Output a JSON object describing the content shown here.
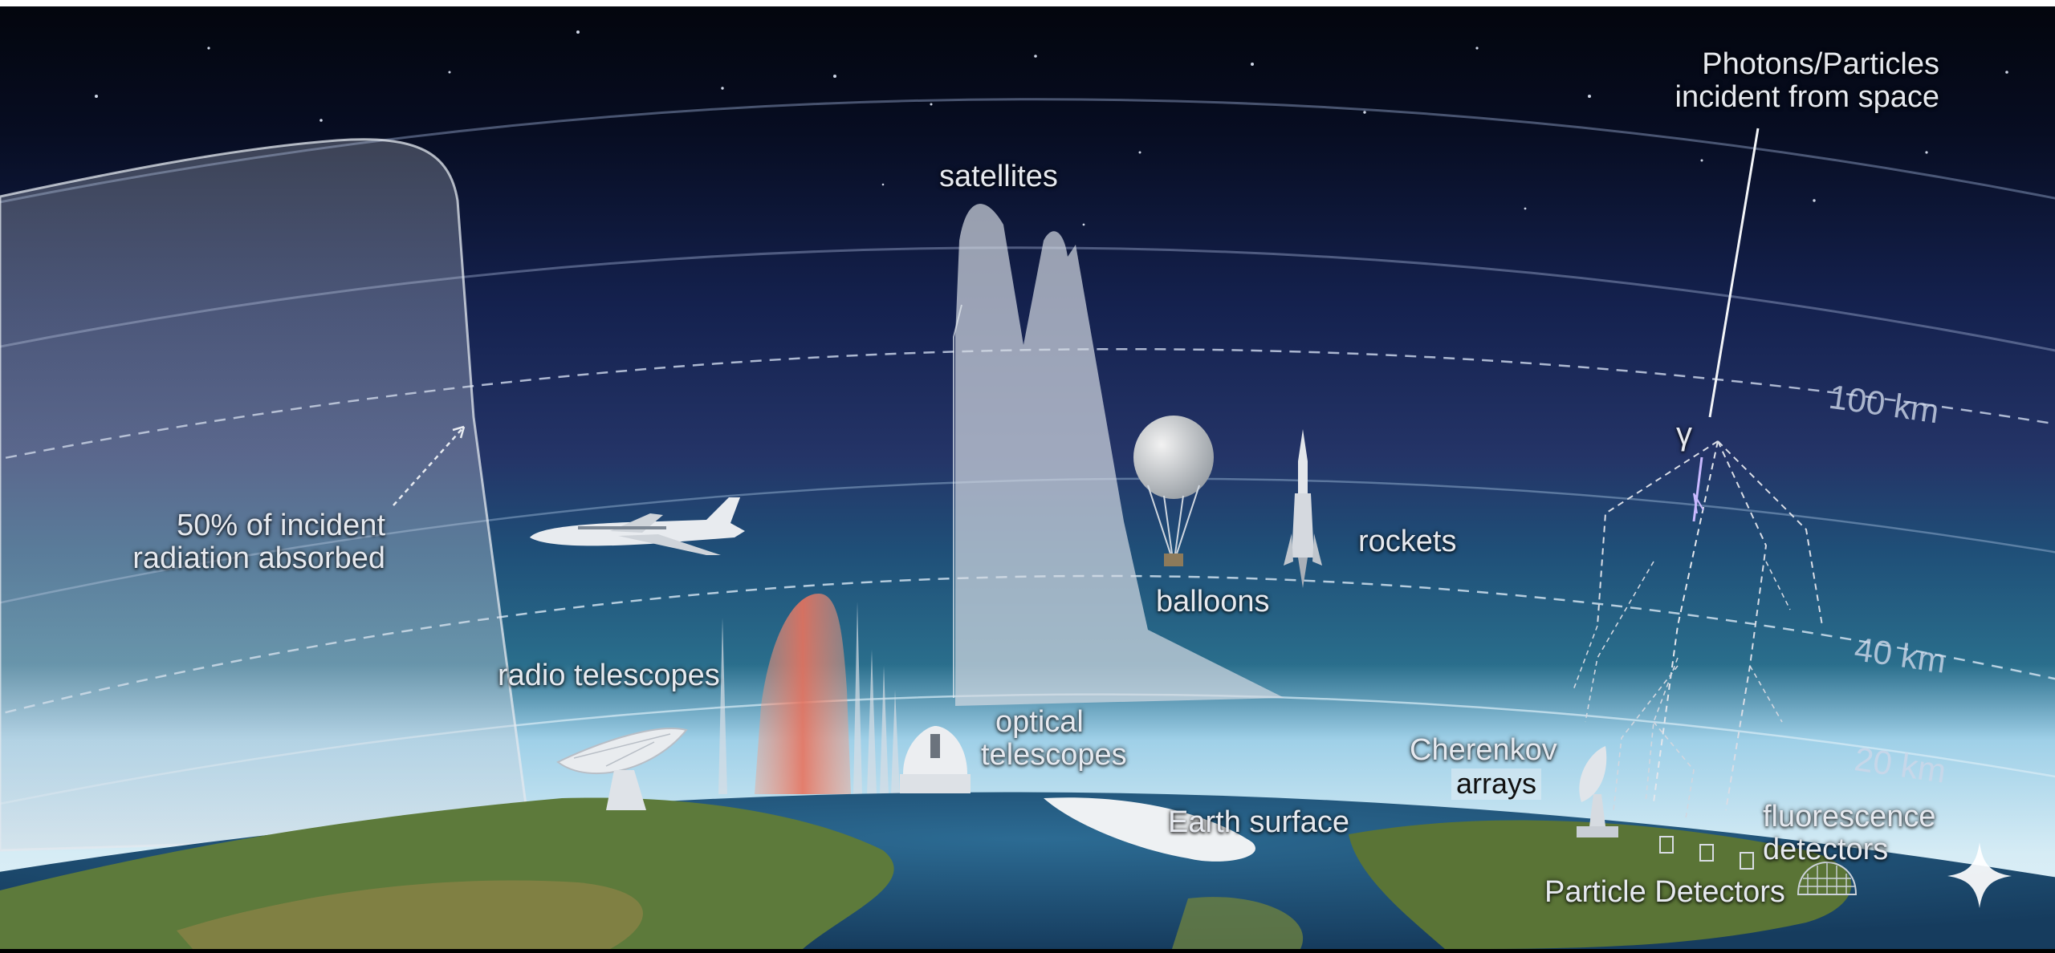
{
  "labels": {
    "photons_line1": "Photons/Particles",
    "photons_line2": "incident from space",
    "satellites": "satellites",
    "absorbed_line1": "50% of incident",
    "absorbed_line2": "radiation absorbed",
    "rockets": "rockets",
    "balloons": "balloons",
    "radio_telescopes": "radio telescopes",
    "optical_line1": "optical",
    "optical_line2": "telescopes",
    "cherenkov_line1": "Cherenkov",
    "cherenkov_line2": "arrays",
    "earth_surface": "Earth surface",
    "fluorescence_line1": "fluorescence",
    "fluorescence_line2": "detectors",
    "particle_detectors": "Particle Detectors",
    "gamma": "γ"
  },
  "altitudes": [
    "100 km",
    "40 km",
    "20 km"
  ],
  "colors": {
    "space": "#05070f",
    "upper_atmosphere": "#1c2c62",
    "stratosphere": "#1f5a7c",
    "lower_atmosphere": "#9ecde6",
    "absorption_band": "#aab2be",
    "radio_window": "#e88a78",
    "ocean": "#245a86",
    "land": "#5f7a3c"
  },
  "icons": [
    "airplane-icon",
    "weather-balloon-icon",
    "rocket-icon",
    "radio-dish-icon",
    "observatory-dome-icon",
    "cherenkov-telescope-icon",
    "fluorescence-detector-icon",
    "particle-detector-icon",
    "sparkle-icon"
  ]
}
